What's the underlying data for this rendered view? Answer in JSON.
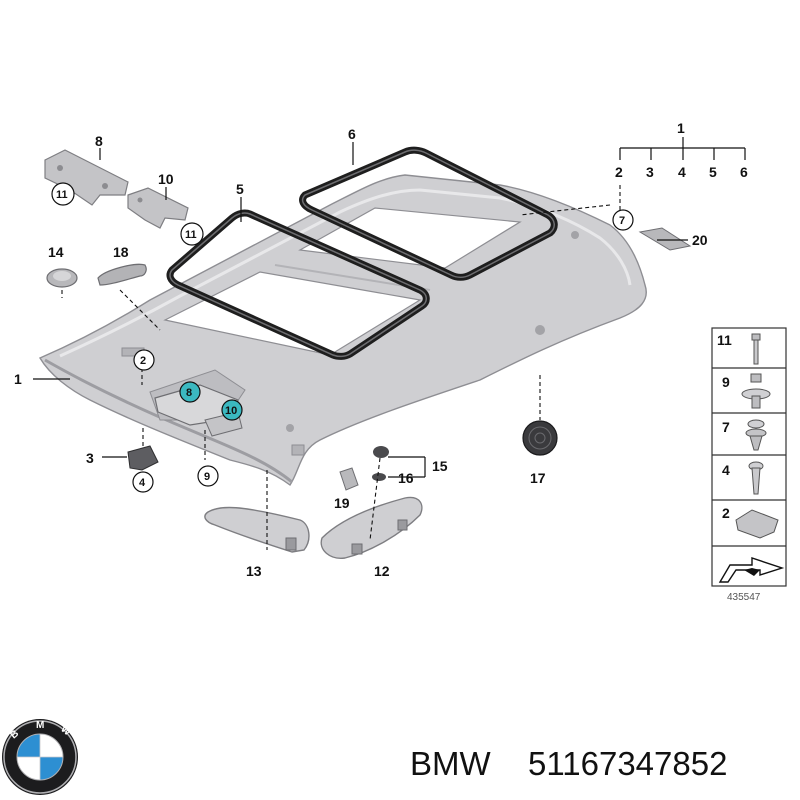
{
  "callouts": {
    "c1": "1",
    "c2": "2",
    "c3": "3",
    "c4": "4",
    "c5": "5",
    "c6": "6",
    "c7": "7",
    "c8": "8",
    "c9": "9",
    "c10": "10",
    "c11": "11",
    "c12": "12",
    "c13": "13",
    "c14": "14",
    "c15": "15",
    "c16": "16",
    "c17": "17",
    "c18": "18",
    "c19": "19",
    "c20": "20"
  },
  "group_label": "1",
  "group_items": [
    "2",
    "3",
    "4",
    "5",
    "6"
  ],
  "legend": {
    "rows": [
      "11",
      "9",
      "7",
      "4",
      "2"
    ]
  },
  "reference_id": "435547",
  "brand": "BMW",
  "part_number": "51167347852",
  "colors": {
    "headliner": "#c9c9cc",
    "headliner_shade": "#a9a9ad",
    "seal": "#222222",
    "highlight": "#3bb8c0"
  }
}
